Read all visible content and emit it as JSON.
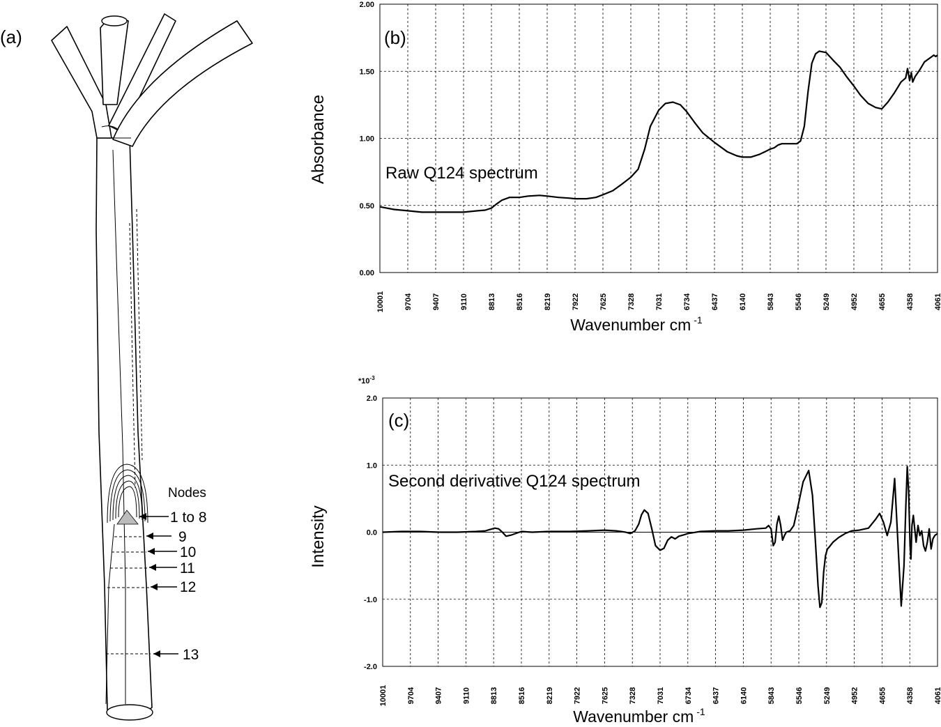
{
  "panel_a": {
    "label": "(a)",
    "nodes_title": "Nodes",
    "node_labels": [
      "1 to 8",
      "9",
      "10",
      "11",
      "12",
      "13"
    ]
  },
  "chart_data": [
    {
      "panel_label": "(b)",
      "type": "line",
      "annotation": "Raw Q124 spectrum",
      "ylabel": "Absorbance",
      "xlabel": "Wavenumber cm",
      "xlabel_sup": "-1",
      "y_multiplier_label": "",
      "x_ticks": [
        "10001",
        "9704",
        "9407",
        "9110",
        "8813",
        "8516",
        "8219",
        "7922",
        "7625",
        "7328",
        "7031",
        "6734",
        "6437",
        "6140",
        "5843",
        "5546",
        "5249",
        "4952",
        "4655",
        "4358",
        "4061"
      ],
      "y_ticks": [
        "0.00",
        "0.50",
        "1.00",
        "1.50",
        "2.00"
      ],
      "xlim": [
        10001,
        4061
      ],
      "ylim": [
        0,
        2
      ],
      "grid": true,
      "series": [
        {
          "x": [
            10001,
            9850,
            9704,
            9555,
            9407,
            9260,
            9110,
            8960,
            8880,
            8813,
            8760,
            8700,
            8620,
            8516,
            8420,
            8300,
            8219,
            8100,
            7990,
            7922,
            7800,
            7700,
            7625,
            7520,
            7420,
            7328,
            7250,
            7180,
            7120,
            7031,
            6960,
            6880,
            6800,
            6734,
            6640,
            6560,
            6437,
            6300,
            6200,
            6140,
            6050,
            5960,
            5900,
            5843,
            5800,
            5760,
            5720,
            5680,
            5620,
            5560,
            5520,
            5480,
            5440,
            5400,
            5360,
            5320,
            5249,
            5170,
            5100,
            5030,
            4952,
            4880,
            4800,
            4720,
            4655,
            4590,
            4520,
            4450,
            4400,
            4380,
            4358,
            4340,
            4325,
            4300,
            4250,
            4200,
            4140,
            4100,
            4080,
            4061
          ],
          "y": [
            0.49,
            0.47,
            0.46,
            0.45,
            0.45,
            0.45,
            0.45,
            0.46,
            0.465,
            0.48,
            0.51,
            0.54,
            0.56,
            0.56,
            0.57,
            0.575,
            0.57,
            0.56,
            0.555,
            0.55,
            0.55,
            0.56,
            0.58,
            0.61,
            0.66,
            0.71,
            0.77,
            0.92,
            1.09,
            1.21,
            1.26,
            1.27,
            1.25,
            1.2,
            1.11,
            1.04,
            0.97,
            0.9,
            0.87,
            0.86,
            0.86,
            0.88,
            0.9,
            0.92,
            0.93,
            0.95,
            0.96,
            0.96,
            0.96,
            0.96,
            0.98,
            1.09,
            1.35,
            1.56,
            1.63,
            1.65,
            1.64,
            1.58,
            1.53,
            1.46,
            1.39,
            1.32,
            1.26,
            1.23,
            1.22,
            1.27,
            1.34,
            1.42,
            1.45,
            1.52,
            1.43,
            1.49,
            1.42,
            1.46,
            1.51,
            1.57,
            1.6,
            1.62,
            1.61,
            1.62
          ]
        }
      ]
    },
    {
      "panel_label": "(c)",
      "type": "line",
      "annotation": "Second derivative Q124 spectrum",
      "ylabel": "Intensity",
      "xlabel": "Wavenumber cm",
      "xlabel_sup": "-1",
      "y_multiplier_label": "*10",
      "y_multiplier_sup": "-3",
      "x_ticks": [
        "10001",
        "9704",
        "9407",
        "9110",
        "8813",
        "8516",
        "8219",
        "7922",
        "7625",
        "7328",
        "7031",
        "6734",
        "6437",
        "6140",
        "5843",
        "5546",
        "5249",
        "4952",
        "4655",
        "4358",
        "4061"
      ],
      "y_ticks": [
        "-2.0",
        "-1.0",
        "0.0",
        "1.0",
        "2.0"
      ],
      "xlim": [
        10001,
        4061
      ],
      "ylim": [
        -2,
        2
      ],
      "grid": true,
      "series": [
        {
          "x": [
            10001,
            9800,
            9600,
            9400,
            9200,
            9000,
            8900,
            8850,
            8800,
            8760,
            8720,
            8680,
            8620,
            8516,
            8400,
            8219,
            8000,
            7800,
            7625,
            7500,
            7400,
            7350,
            7300,
            7260,
            7230,
            7200,
            7160,
            7120,
            7080,
            7031,
            6990,
            6950,
            6910,
            6870,
            6830,
            6780,
            6734,
            6600,
            6437,
            6300,
            6140,
            6000,
            5900,
            5870,
            5843,
            5820,
            5800,
            5780,
            5760,
            5740,
            5720,
            5700,
            5680,
            5640,
            5600,
            5560,
            5500,
            5440,
            5400,
            5370,
            5340,
            5320,
            5300,
            5280,
            5260,
            5240,
            5220,
            5180,
            5120,
            5050,
            4980,
            4900,
            4800,
            4720,
            4680,
            4640,
            4600,
            4560,
            4520,
            4480,
            4450,
            4420,
            4400,
            4385,
            4370,
            4355,
            4345,
            4335,
            4320,
            4305,
            4290,
            4270,
            4250,
            4230,
            4210,
            4190,
            4170,
            4150,
            4130,
            4110,
            4090,
            4061
          ],
          "y": [
            0.0,
            0.01,
            0.01,
            0.0,
            0.0,
            0.01,
            0.02,
            0.04,
            0.06,
            0.05,
            0.0,
            -0.06,
            -0.04,
            0.01,
            0.0,
            0.01,
            0.01,
            0.02,
            0.03,
            0.02,
            0.0,
            -0.02,
            0.02,
            0.12,
            0.26,
            0.33,
            0.28,
            0.05,
            -0.2,
            -0.27,
            -0.24,
            -0.12,
            -0.07,
            -0.1,
            -0.06,
            -0.04,
            -0.02,
            0.01,
            0.02,
            0.02,
            0.03,
            0.05,
            0.06,
            0.1,
            0.05,
            -0.2,
            -0.15,
            0.12,
            0.24,
            0.1,
            -0.12,
            -0.05,
            0.0,
            0.02,
            0.1,
            0.35,
            0.75,
            0.92,
            0.55,
            -0.1,
            -0.8,
            -1.12,
            -1.05,
            -0.6,
            -0.35,
            -0.25,
            -0.22,
            -0.15,
            -0.08,
            -0.02,
            0.02,
            0.03,
            0.06,
            0.2,
            0.28,
            0.15,
            -0.05,
            0.15,
            0.8,
            -0.3,
            -1.1,
            -0.5,
            0.4,
            0.98,
            0.6,
            -0.2,
            -0.4,
            0.1,
            0.25,
            0.05,
            -0.15,
            0.1,
            -0.05,
            0.02,
            -0.2,
            -0.28,
            -0.15,
            0.05,
            -0.25,
            -0.1,
            -0.05,
            -0.02
          ]
        }
      ]
    }
  ]
}
